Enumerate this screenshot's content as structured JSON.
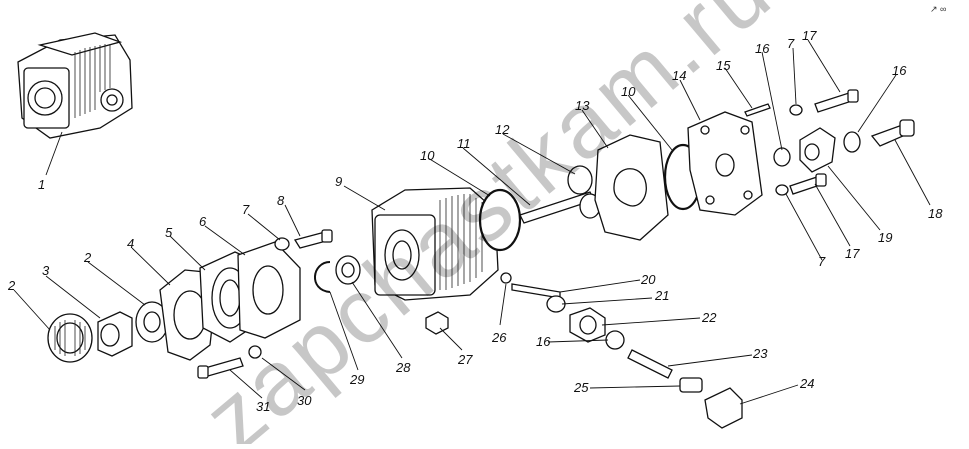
{
  "diagram": {
    "watermark": "zapchastkam.ru",
    "corner_mark": "↗ ∞",
    "callouts": [
      "1",
      "2",
      "3",
      "2",
      "4",
      "5",
      "6",
      "7",
      "8",
      "9",
      "10",
      "11",
      "12",
      "13",
      "10",
      "14",
      "15",
      "16",
      "7",
      "17",
      "16",
      "18",
      "19",
      "17",
      "7",
      "20",
      "21",
      "22",
      "16",
      "23",
      "24",
      "25",
      "26",
      "27",
      "28",
      "29",
      "30",
      "31"
    ]
  }
}
